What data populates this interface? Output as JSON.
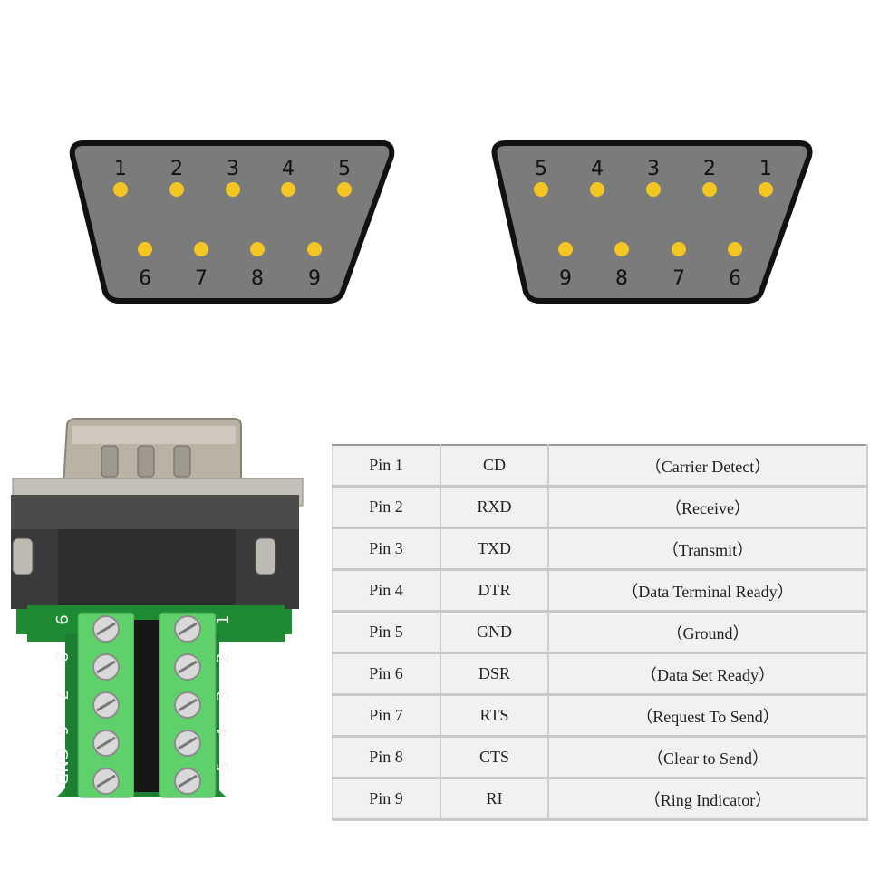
{
  "male_connector": {
    "top_row": [
      "1",
      "2",
      "3",
      "4",
      "5"
    ],
    "bottom_row": [
      "6",
      "7",
      "8",
      "9"
    ]
  },
  "female_connector": {
    "top_row": [
      "5",
      "4",
      "3",
      "2",
      "1"
    ],
    "bottom_row": [
      "9",
      "8",
      "7",
      "6"
    ]
  },
  "terminal_board": {
    "left_labels": [
      "9",
      "8",
      "7",
      "6",
      "GND"
    ],
    "right_labels": [
      "1",
      "2",
      "3",
      "4",
      "5"
    ]
  },
  "pinout": [
    {
      "pin": "Pin 1",
      "signal": "CD",
      "desc": "（Carrier Detect）"
    },
    {
      "pin": "Pin 2",
      "signal": "RXD",
      "desc": "（Receive）"
    },
    {
      "pin": "Pin 3",
      "signal": "TXD",
      "desc": "（Transmit）"
    },
    {
      "pin": "Pin 4",
      "signal": "DTR",
      "desc": "（Data Terminal Ready）"
    },
    {
      "pin": "Pin 5",
      "signal": "GND",
      "desc": "（Ground）"
    },
    {
      "pin": "Pin 6",
      "signal": "DSR",
      "desc": "（Data Set Ready）"
    },
    {
      "pin": "Pin 7",
      "signal": "RTS",
      "desc": "（Request To Send）"
    },
    {
      "pin": "Pin 8",
      "signal": "CTS",
      "desc": "（Clear to Send）"
    },
    {
      "pin": "Pin 9",
      "signal": "RI",
      "desc": "（Ring Indicator）"
    }
  ],
  "colors": {
    "connector_fill": "#7b7b7b",
    "pin_color": "#f3c623",
    "pcb_green": "#1f8a34",
    "terminal_green": "#5fd16a",
    "housing_dark": "#3a3a3a"
  }
}
